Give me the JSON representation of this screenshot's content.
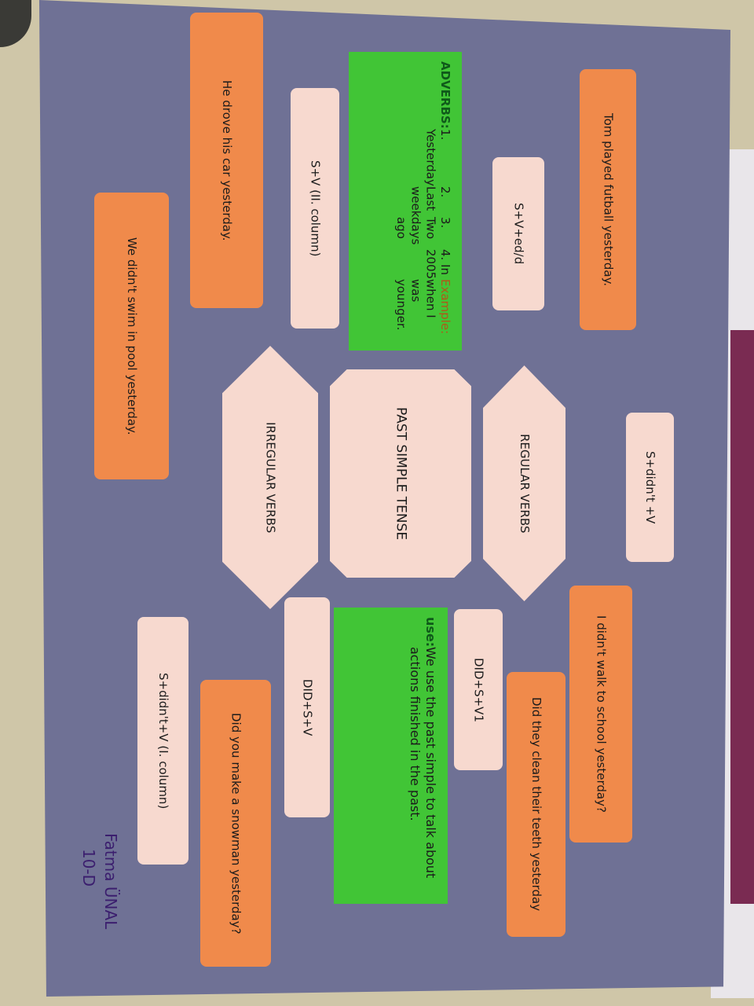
{
  "poster": {
    "center": "PAST SIMPLE TENSE",
    "regular": "REGULAR VERBS",
    "irregular": "IRREGULAR VERBS",
    "formulas": {
      "regular_positive": "S+V+ed/d",
      "irregular_positive": "S+V (II. column)",
      "regular_negative": "S+didn't +V",
      "regular_question": "DID+S+V1",
      "irregular_question": "DID+S+V",
      "irregular_negative": "S+didn't+V (I. column)"
    },
    "examples": {
      "tom": "Tom played futball yesterday.",
      "drove": "He drove his car yesterday.",
      "swim": "We didn't swim in pool yesterday.",
      "walk": "I didn't walk to school yesterday?",
      "teeth": "Did they clean their teeth yesterday",
      "snowman": "Did you make a snowman yesterday?"
    },
    "adverbs": {
      "title": "ADVERBS:",
      "items": [
        "1. Yesterday",
        "2. Last week",
        "3. Two days ago",
        "4. In 2005"
      ],
      "example_label": "Example:",
      "example_text": "when I was younger."
    },
    "use": {
      "title": "use:",
      "text": "We use the past simple to talk about actions finished in the past."
    },
    "signature": {
      "name": "Fatma ÜNAL",
      "class": "10-D"
    }
  },
  "colors": {
    "poster": "#6f7195",
    "orange": "#f08a4b",
    "pink": "#f7d9cf",
    "green": "#41c536"
  }
}
